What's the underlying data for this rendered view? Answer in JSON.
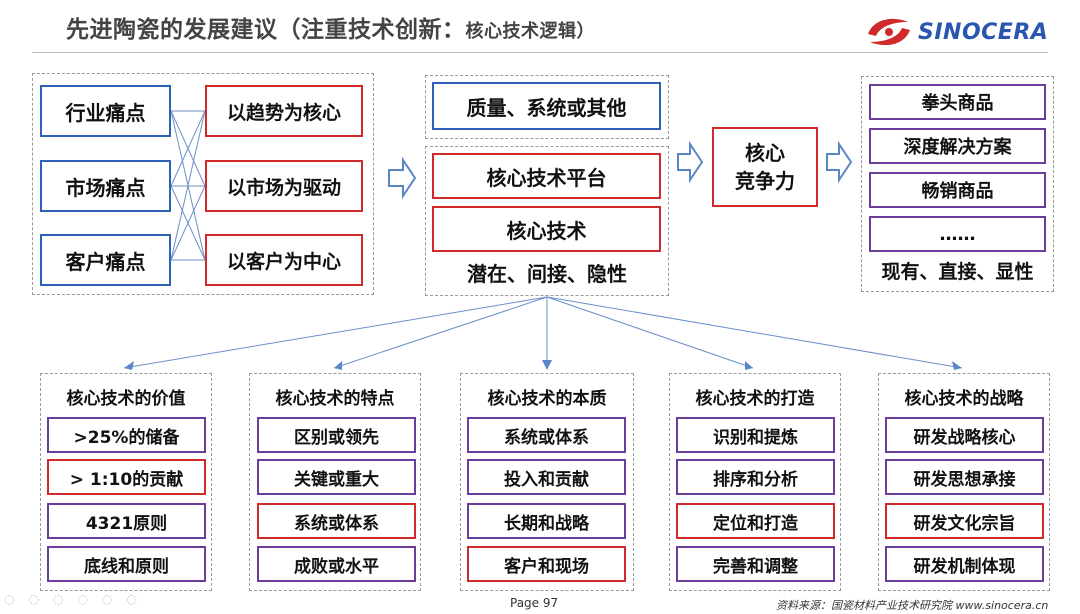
{
  "title": {
    "main": "先进陶瓷的发展建议（注重技术创新：",
    "sub": "核心技术逻辑）"
  },
  "logo": {
    "text": "SINOCERA"
  },
  "pain_points": [
    "行业痛点",
    "市场痛点",
    "客户痛点"
  ],
  "drivers": [
    "以趋势为核心",
    "以市场为驱动",
    "以客户为中心"
  ],
  "center": {
    "top": "质量、系统或其他",
    "platform": "核心技术平台",
    "tech": "核心技术",
    "caption": "潜在、间接、隐性"
  },
  "competitiveness": "核心\n竞争力",
  "products": {
    "items": [
      "拳头商品",
      "深度解决方案",
      "畅销商品",
      "……"
    ],
    "caption": "现有、直接、显性"
  },
  "bottom": [
    {
      "header": "核心技术的价值",
      "items": [
        ">25%的储备",
        "> 1:10的贡献",
        "4321原则",
        "底线和原则"
      ],
      "red_index": 1
    },
    {
      "header": "核心技术的特点",
      "items": [
        "区别或领先",
        "关键或重大",
        "系统或体系",
        "成败或水平"
      ],
      "red_index": 2
    },
    {
      "header": "核心技术的本质",
      "items": [
        "系统或体系",
        "投入和贡献",
        "长期和战略",
        "客户和现场"
      ],
      "red_index": 3
    },
    {
      "header": "核心技术的打造",
      "items": [
        "识别和提炼",
        "排序和分析",
        "定位和打造",
        "完善和调整"
      ],
      "red_index": 2
    },
    {
      "header": "核心技术的战略",
      "items": [
        "研发战略核心",
        "研发思想承接",
        "研发文化宗旨",
        "研发机制体现"
      ],
      "red_index": 2
    }
  ],
  "footer": {
    "page": "Page 97",
    "source": "资料来源：国瓷材料产业技术研究院  www.sinocera.cn"
  },
  "colors": {
    "blue": "#2e62b8",
    "red": "#d02a2a",
    "purple": "#6a3d9a",
    "arrow": "#5b86c5"
  }
}
